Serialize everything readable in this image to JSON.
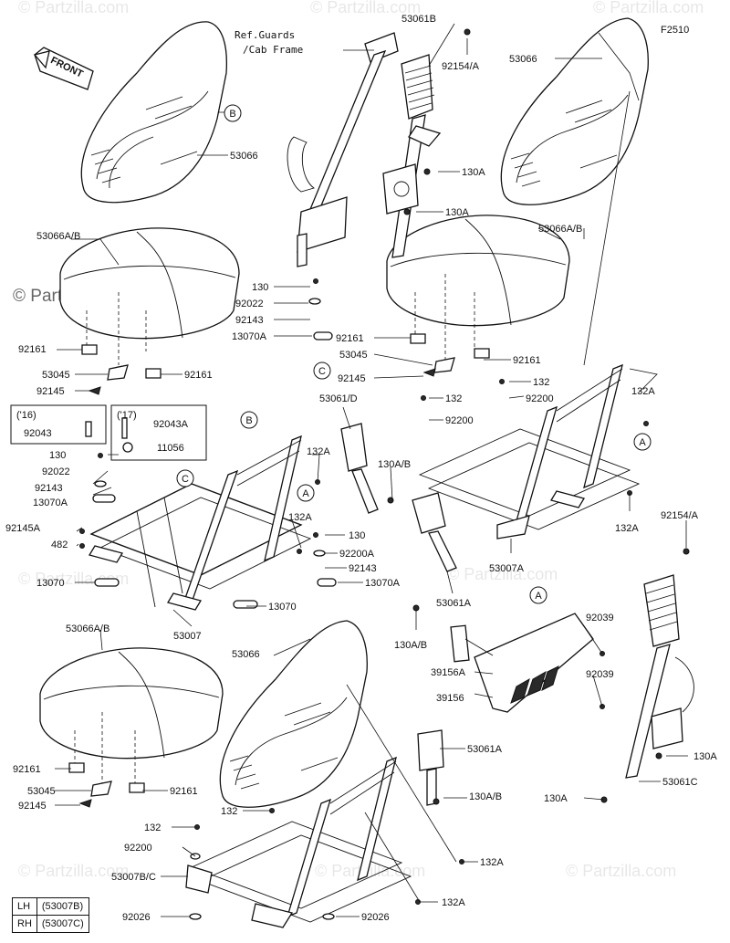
{
  "figure_code": "F2510",
  "front_label": "FRONT",
  "ref_note": [
    "Ref.Guards",
    "/Cab Frame"
  ],
  "year_boxes": [
    {
      "year": "('16)",
      "part": "92043"
    },
    {
      "year": "('17)",
      "part": "92043A",
      "extra_part": "11056"
    }
  ],
  "callout_letters": [
    "A",
    "B",
    "C"
  ],
  "labels": {
    "p53061B": "53061B",
    "p92154A_top": "92154/A",
    "p53066_tr": "53066",
    "p53066_tl": "53066",
    "p53066AB_l": "53066A/B",
    "p130A_1": "130A",
    "p130A_2": "130A",
    "p53066AB_r": "53066A/B",
    "p130": "130",
    "p92022": "92022",
    "p92143": "92143",
    "p13070A": "13070A",
    "p92161_l1": "92161",
    "p53045_l": "53045",
    "p92161_l2": "92161",
    "p92145_l": "92145",
    "p92161_r1": "92161",
    "p53045_r": "53045",
    "p92161_r2": "92161",
    "p92145_r": "92145",
    "p132_r": "132",
    "p92200_r": "92200",
    "p132A_r": "132A",
    "p53061D": "53061/D",
    "p132_m": "132",
    "p92200_m": "92200",
    "p130_l": "130",
    "p132A_l": "132A",
    "p92022_l": "92022",
    "p92143_l": "92143",
    "p13070A_l": "13070A",
    "p130AB_m": "130A/B",
    "p92145A": "92145A",
    "p482": "482",
    "p132A_l2": "132A",
    "p130_m": "130",
    "p92200A": "92200A",
    "p92143_m": "92143",
    "p13070_l": "13070",
    "p13070A_m": "13070A",
    "p132A_r2": "132A",
    "p53007A": "53007A",
    "p92154A_r": "92154/A",
    "p13070_m": "13070",
    "p53007": "53007",
    "p53061A_m": "53061A",
    "p92039_1": "92039",
    "p53066AB_bl": "53066A/B",
    "p53066_bm": "53066",
    "p130AB_l": "130A/B",
    "p39156A": "39156A",
    "p92039_2": "92039",
    "p39156": "39156",
    "p53061A_b": "53061A",
    "p130A_br": "130A",
    "p92161_b1": "92161",
    "p53061C": "53061C",
    "p53045_b": "53045",
    "p92161_b2": "92161",
    "p130AB_b": "130A/B",
    "p130A_b": "130A",
    "p92145_b": "92145",
    "p132_b1": "132",
    "p132_b2": "132",
    "p132A_b1": "132A",
    "p92200_b": "92200",
    "p53007BC": "53007B/C",
    "p92026_l": "92026",
    "p92026_r": "92026",
    "p132A_b2": "132A"
  },
  "legend": [
    {
      "side": "LH",
      "part": "(53007B)"
    },
    {
      "side": "RH",
      "part": "(53007C)"
    }
  ],
  "watermark": {
    "main": "© Partzilla.com",
    "faint": "© Partzilla.com"
  }
}
